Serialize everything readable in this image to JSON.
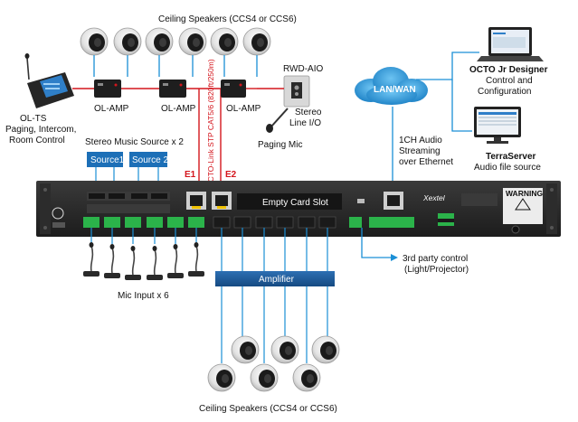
{
  "top_speakers_label": "Ceiling Speakers (CCS4 or CCS6)",
  "bottom_speakers_label": "Ceiling Speakers (CCS4 or CCS6)",
  "olts": {
    "line1": "OL-TS",
    "line2": "Paging, Intercom,",
    "line3": "Room Control"
  },
  "amps": [
    "OL-AMP",
    "OL-AMP",
    "OL-AMP"
  ],
  "rwd": {
    "title": "RWD-AIO",
    "line1": "Stereo",
    "line2": "Line I/O"
  },
  "paging_mic": "Paging Mic",
  "stp_label": "OCTO-Link STP CAT5/6 (820ft/250m)",
  "e1": "E1",
  "e2": "E2",
  "stereo_source_label": "Stereo Music Source x 2",
  "sources": [
    "Source1",
    "Source 2"
  ],
  "empty_card_slot": "Empty Card Slot",
  "lan_wan": "LAN/WAN",
  "streaming": {
    "line1": "1CH Audio",
    "line2": "Streaming",
    "line3": "over Ethernet"
  },
  "octo_designer": {
    "line1": "OCTO Jr Designer",
    "line2": "Control and",
    "line3": "Configuration"
  },
  "terraserver": {
    "line1": "TerraServer",
    "line2": "Audio file source"
  },
  "amplifier": "Amplifier",
  "third_party": {
    "line1": "3rd party control",
    "line2": "(Light/Projector)"
  },
  "mic_input": "Mic Input x 6",
  "brand": "Xextel",
  "warning": "WARNING",
  "colors": {
    "accent_blue": "#1a8fd6",
    "stp_red": "#d4151c",
    "terminal_green": "#2bb34a",
    "rack_dark": "#2a2a2a",
    "source_blue": "#1c6fb7",
    "amp_bar": "#1d5a99"
  }
}
